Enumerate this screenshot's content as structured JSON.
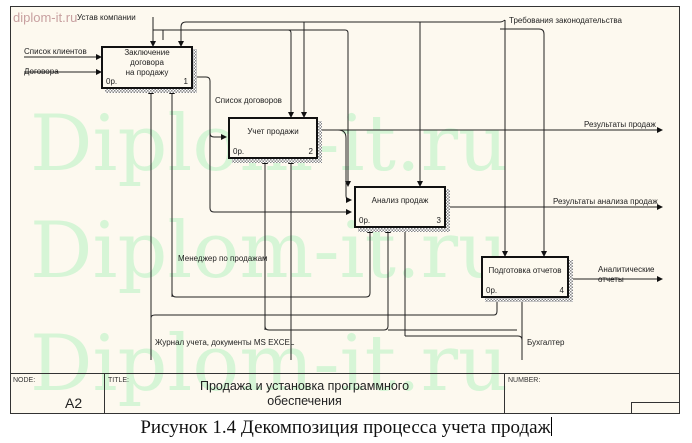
{
  "watermark": {
    "small": "diplom-it.ru",
    "large": "Diplom-it.ru"
  },
  "diagram": {
    "type": "IDEF0",
    "activities": [
      {
        "id": 1,
        "title": "Заключение договора на продажу",
        "title_lines": [
          "Заключение",
          "договора",
          "на продажу"
        ],
        "cost": "0р.",
        "number": "1"
      },
      {
        "id": 2,
        "title": "Учет продажи",
        "title_lines": [
          "Учет продажи"
        ],
        "cost": "0р.",
        "number": "2"
      },
      {
        "id": 3,
        "title": "Анализ продаж",
        "title_lines": [
          "Анализ продаж"
        ],
        "cost": "0р.",
        "number": "3"
      },
      {
        "id": 4,
        "title": "Подготовка отчетов",
        "title_lines": [
          "Подготовка отчетов"
        ],
        "cost": "0р.",
        "number": "4"
      }
    ],
    "arrows": {
      "inputs": [
        "Список клиентов",
        "Договора"
      ],
      "controls": [
        "Устав компании",
        "Требования законодательства"
      ],
      "internal": [
        "Список договоров"
      ],
      "outputs": [
        "Результаты продаж",
        "Результаты анализа продаж",
        "Аналитические отчеты"
      ],
      "mechanisms": [
        "Менеджер по продажам",
        "Журнал учета, документы  MS EXCEL",
        "Бухгалтер"
      ]
    }
  },
  "titlebar": {
    "node_caption": "NODE:",
    "node_value": "A2",
    "title_caption": "TITLE:",
    "title_value_line1": "Продажа и  установка  программного",
    "title_value_line2": "обеспечения",
    "number_caption": "NUMBER:"
  },
  "caption": "Рисунок 1.4 Декомпозиция процесса учета продаж"
}
